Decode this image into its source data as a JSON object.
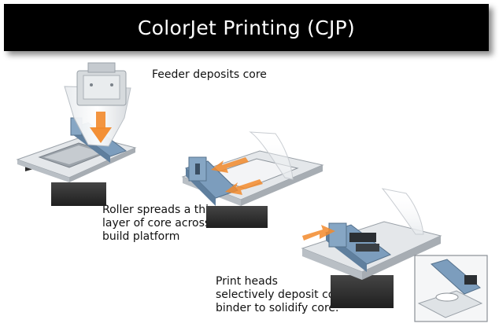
{
  "title": "ColorJet Printing (CJP)",
  "steps": [
    {
      "lines": [
        "Feeder deposits core"
      ]
    },
    {
      "lines": [
        "Roller spreads a thin",
        "layer of core across",
        "build platform"
      ]
    },
    {
      "lines": [
        "Print heads",
        "selectively deposit color",
        "binder to solidify core."
      ]
    }
  ],
  "colors": {
    "title_bg": "#000000",
    "title_text": "#ffffff",
    "arrow": "#f28a2b",
    "roller": "#6f93b5",
    "platform": "#d9dde2",
    "base": "#2e2e2e"
  }
}
